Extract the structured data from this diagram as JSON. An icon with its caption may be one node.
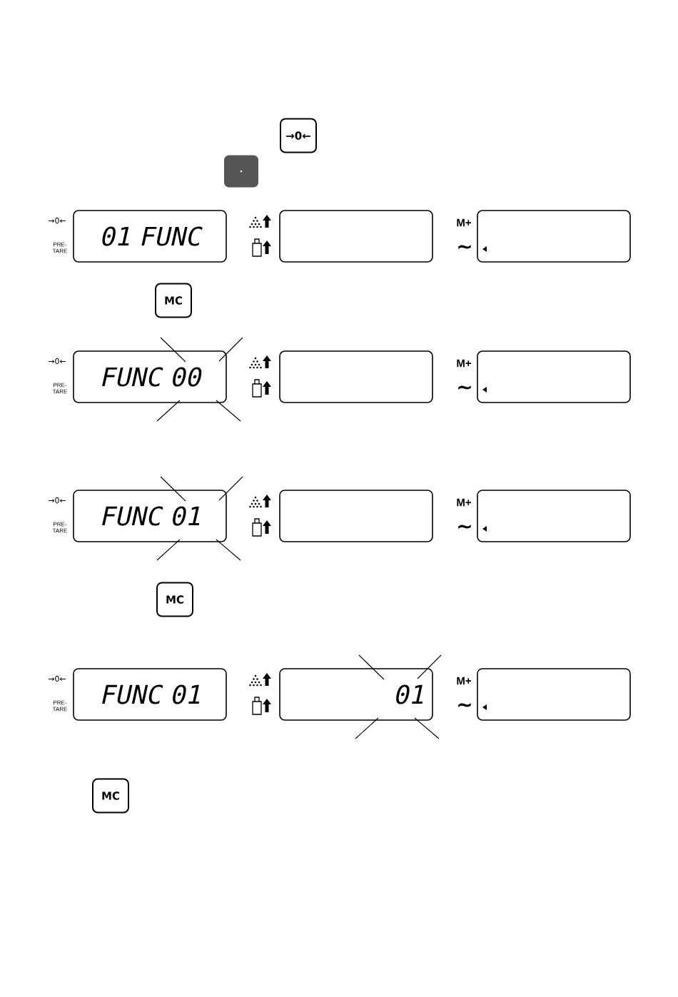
{
  "diagram": {
    "nodes": [
      {
        "text": [
          "→0←"
        ]
      },
      {
        "text": [
          "."
        ]
      },
      {
        "text": [
          "01 FUNC"
        ]
      },
      {
        "text": [],
        "shape": "box"
      },
      {
        "text": [],
        "shape": "box"
      },
      {
        "text": [
          "MC"
        ]
      },
      {
        "text": [
          "FUNC 00"
        ]
      },
      {
        "text": [],
        "shape": "box"
      },
      {
        "text": [],
        "shape": "box"
      },
      {
        "text": [
          "FUNC 01"
        ]
      },
      {
        "text": [],
        "shape": "box"
      },
      {
        "text": [],
        "shape": "box"
      },
      {
        "text": [
          "MC"
        ]
      },
      {
        "text": [
          "FUNC 01"
        ]
      },
      {
        "text": [
          "01"
        ]
      },
      {
        "text": [],
        "shape": "box"
      },
      {
        "text": [
          "MC"
        ]
      }
    ],
    "edges": [],
    "labels": [
      "→0←",
      "PRE-TARE",
      "M+",
      "~",
      "→0←",
      "PRE-TARE",
      "M+",
      "~",
      "→0←",
      "PRE-TARE",
      "M+",
      "~",
      "→0←",
      "PRE-TARE",
      "M+",
      "~"
    ]
  }
}
